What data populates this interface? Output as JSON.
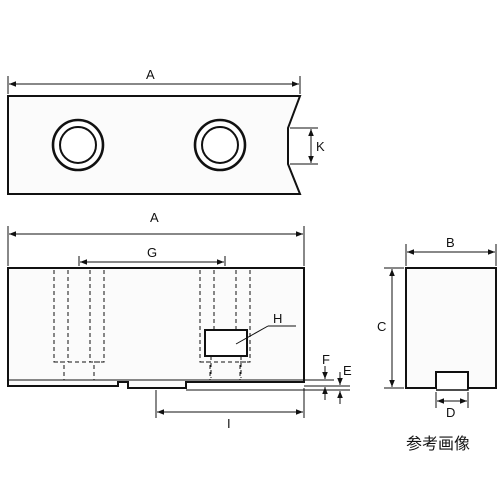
{
  "labels": {
    "a_top": "A",
    "k": "K",
    "a_front": "A",
    "g": "G",
    "h": "H",
    "f": "F",
    "e": "E",
    "i": "I",
    "b": "B",
    "c": "C",
    "d": "D"
  },
  "caption": "参考画像"
}
